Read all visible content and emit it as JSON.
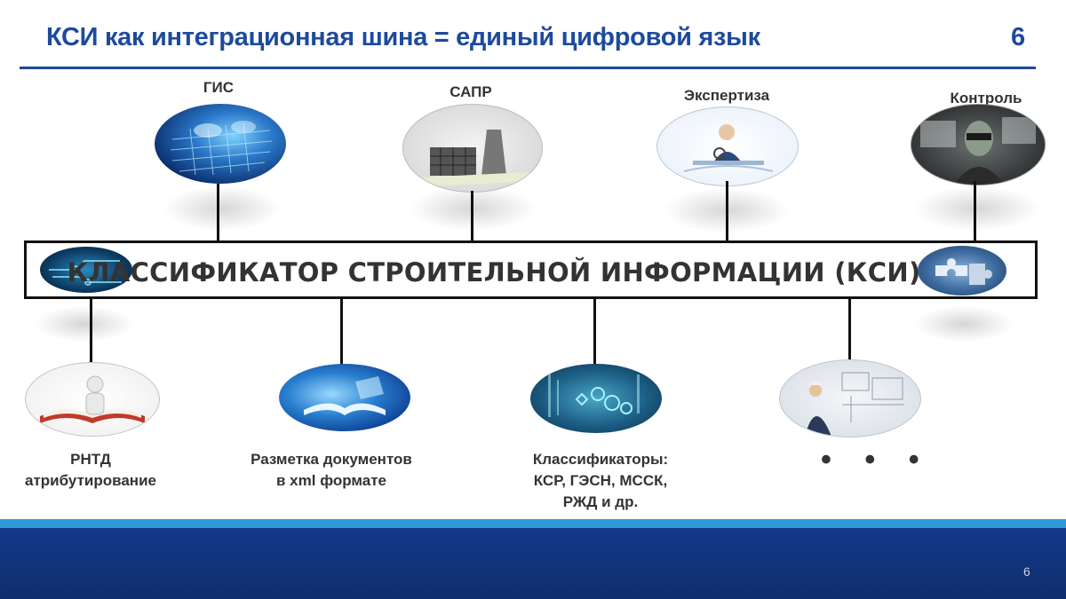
{
  "header": {
    "title": "КСИ как интеграционная шина = единый цифровой язык",
    "slide_number": "6"
  },
  "central_bar": {
    "title": "КЛАССИФИКАТОР СТРОИТЕЛЬНОЙ ИНФОРМАЦИИ (КСИ)"
  },
  "top_nodes": [
    {
      "label": "ГИС"
    },
    {
      "label": "САПР"
    },
    {
      "label": "Экспертиза"
    },
    {
      "label": "Контроль"
    }
  ],
  "bottom_nodes": [
    {
      "line1": "РНТД",
      "line2": "атрибутирование"
    },
    {
      "line1": "Разметка документов",
      "line2": "в xml формате"
    },
    {
      "line1": "Классификаторы:",
      "line2": "КСР, ГЭСН, МССК,",
      "line3": "РЖД и др."
    },
    {
      "line1": "• • •"
    }
  ],
  "footer": {
    "page_number": "6"
  },
  "colors": {
    "title_blue": "#1d4a9c",
    "footer_dark": "#0e2d6c",
    "footer_light": "#2e9ad9",
    "text_dark": "#333333"
  }
}
